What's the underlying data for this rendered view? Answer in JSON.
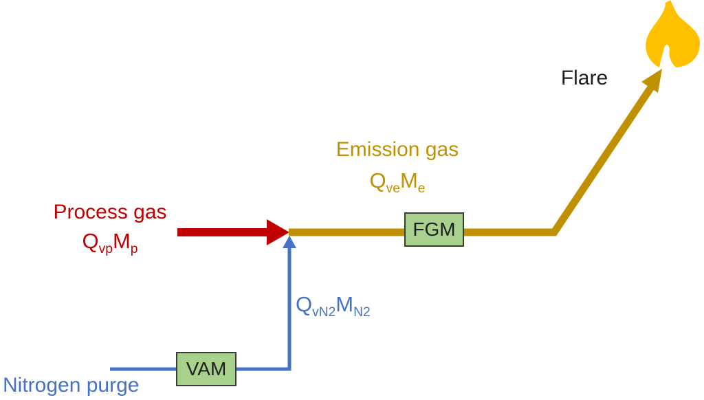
{
  "diagram": {
    "process_gas": {
      "label": "Process gas",
      "formula": {
        "base1": "Q",
        "sub1": "vp",
        "base2": "M",
        "sub2": "p"
      }
    },
    "emission_gas": {
      "label": "Emission gas",
      "formula": {
        "base1": "Q",
        "sub1": "ve",
        "base2": "M",
        "sub2": "e"
      }
    },
    "nitrogen_purge": {
      "label": "Nitrogen purge",
      "formula": {
        "base1": "Q",
        "sub1": "vN2",
        "base2": "M",
        "sub2": "N2"
      }
    },
    "flare": {
      "label": "Flare",
      "icon": "flame-icon"
    },
    "devices": {
      "fgm_label": "FGM",
      "vam_label": "VAM"
    }
  },
  "colors": {
    "process_red": "#C00000",
    "emission_gold": "#BF9000",
    "nitrogen_blue": "#4472C4",
    "flame_yellow": "#FFC000",
    "device_box_green": "#A9D18E",
    "device_box_border": "#3B3B3B",
    "text_black": "#1F1F1F"
  }
}
